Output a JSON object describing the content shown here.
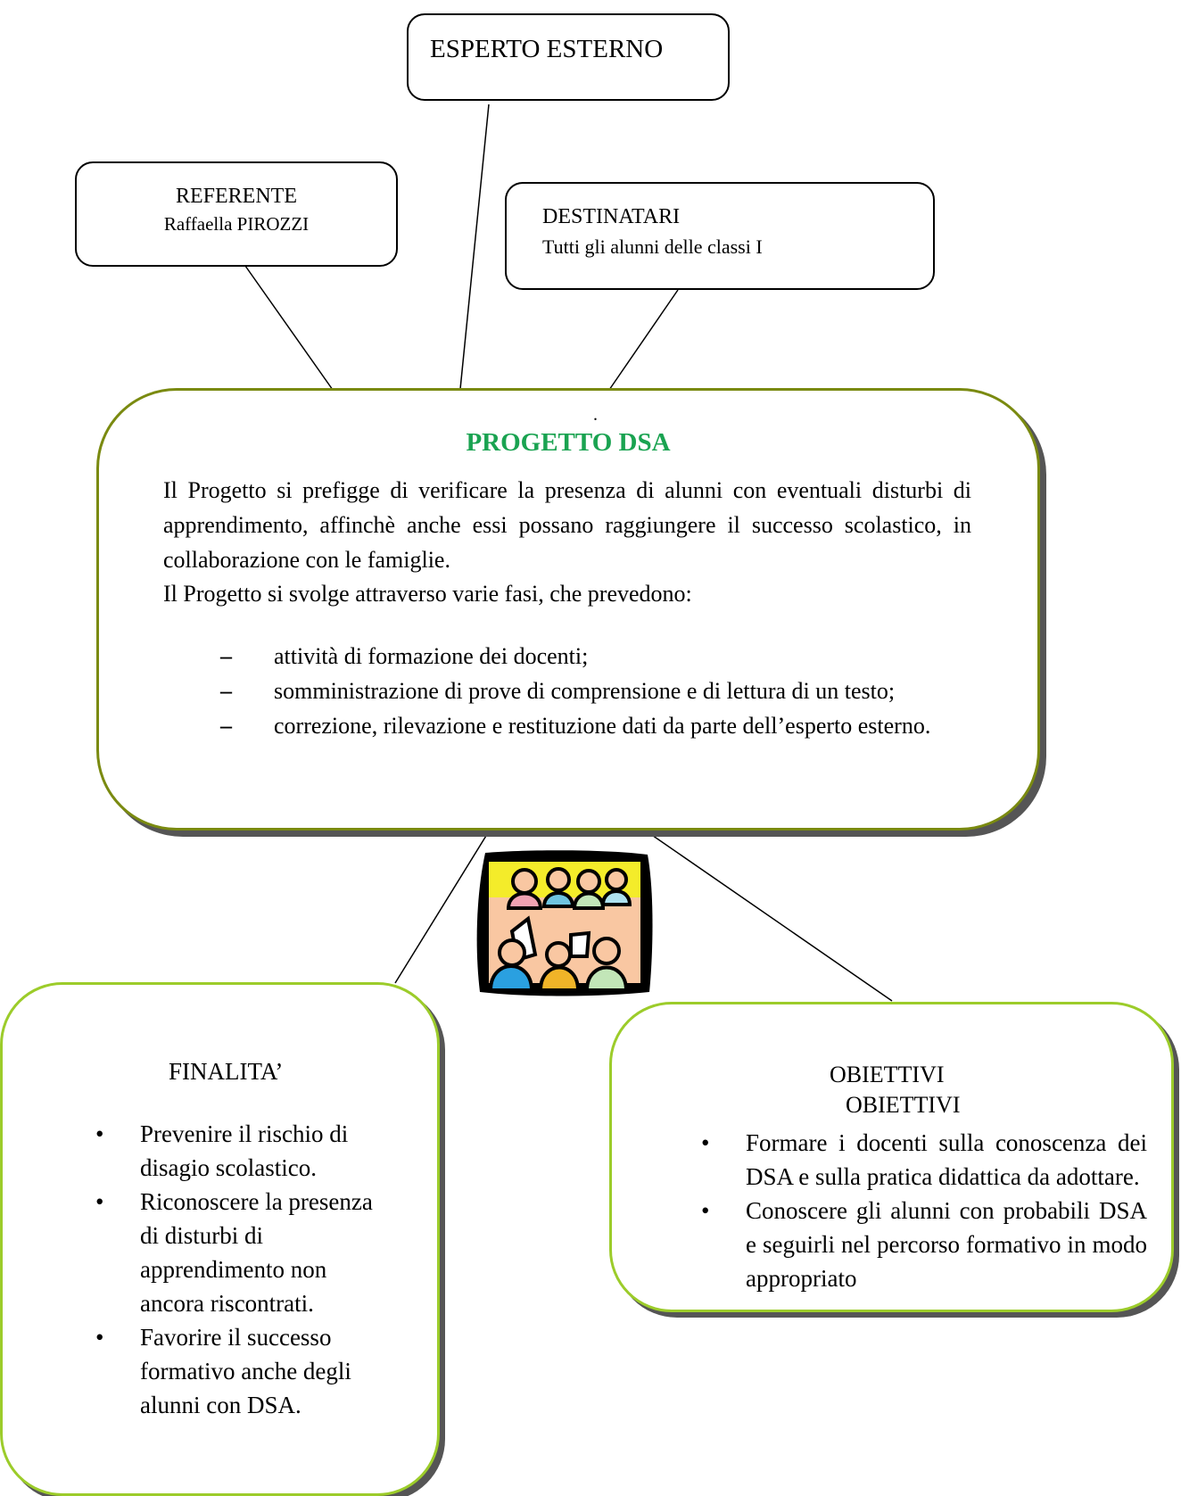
{
  "esperto": {
    "label": "ESPERTO ESTERNO"
  },
  "referente": {
    "title": "REFERENTE",
    "name": "Raffaella PIROZZI"
  },
  "destinatari": {
    "title": "DESTINATARI",
    "desc": "Tutti gli alunni delle classi I"
  },
  "progetto": {
    "dot": ".",
    "title": "PROGETTO DSA",
    "paragraph1": "Il Progetto si prefigge di verificare la presenza di alunni con eventuali disturbi di apprendimento, affinchè anche essi  possano raggiungere il successo scolastico, in collaborazione con le famiglie.",
    "paragraph2": "Il Progetto si svolge attraverso varie fasi, che prevedono:",
    "phases": [
      "attività di formazione  dei docenti;",
      "somministrazione di prove di comprensione e di lettura di un testo;",
      "correzione, rilevazione e restituzione dati da parte dell’esperto esterno."
    ]
  },
  "finalita": {
    "title": "FINALITA’",
    "items": [
      "Prevenire il rischio di disagio scolastico.",
      "Riconoscere la presenza di disturbi di apprendimento non ancora riscontrati.",
      "Favorire il successo formativo anche degli alunni con DSA."
    ]
  },
  "obiettivi": {
    "title1": "OBIETTIVI",
    "title2": "OBIETTIVI",
    "items": [
      "Formare i docenti sulla conoscenza dei DSA e sulla pratica didattica da adottare.",
      "Conoscere gli alunni con probabili DSA e seguirli nel percorso formativo in modo appropriato"
    ]
  },
  "clipart": {
    "icon": "meeting-people-icon"
  },
  "colors": {
    "title_green": "#1aa351",
    "center_border": "#7a8a10",
    "side_border": "#9ccc2a"
  }
}
